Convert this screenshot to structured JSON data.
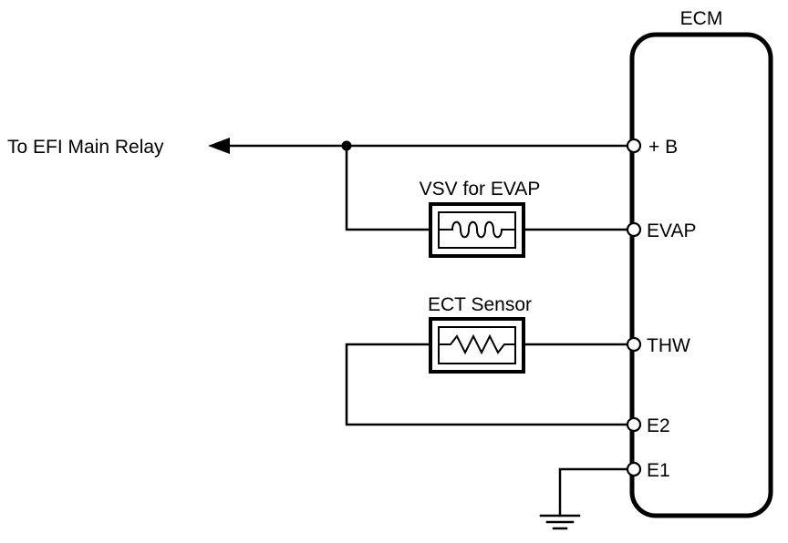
{
  "diagram": {
    "ecm_label": "ECM",
    "relay_label": "To EFI Main Relay",
    "vsv_label": "VSV for EVAP",
    "ect_label": "ECT Sensor",
    "pins": {
      "b": "+ B",
      "evap": "EVAP",
      "thw": "THW",
      "e2": "E2",
      "e1": "E1"
    }
  }
}
